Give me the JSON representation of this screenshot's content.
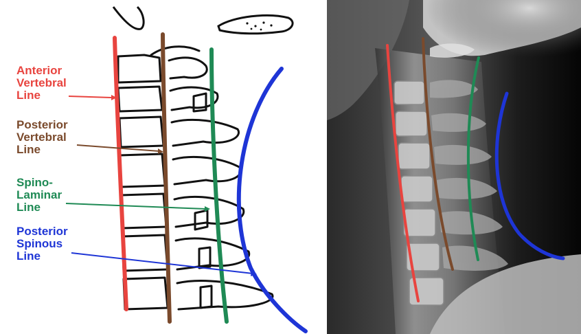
{
  "labels": {
    "anterior_vertebral": [
      "Anterior",
      "Vertebral",
      "Line"
    ],
    "posterior_vertebral": [
      "Posterior",
      "Vertebral",
      "Line"
    ],
    "spino_laminar": [
      "Spino-",
      "Laminar",
      "Line"
    ],
    "posterior_spinous": [
      "Posterior",
      "Spinous",
      "Line"
    ]
  },
  "colors": {
    "anterior_vertebral": "#e8443f",
    "posterior_vertebral": "#7a4a2c",
    "spino_laminar": "#1f8a55",
    "posterior_spinous": "#1e35d6",
    "outline": "#111111"
  }
}
